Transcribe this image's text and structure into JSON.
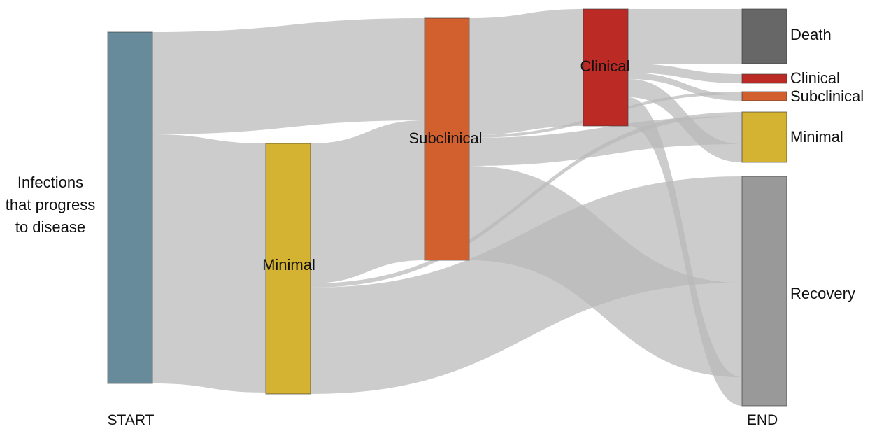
{
  "source_label_lines": [
    "Infections",
    "that progress",
    "to disease"
  ],
  "stages": {
    "start": "START",
    "end": "END"
  },
  "nodes": {
    "start": {
      "color": "#678b9b"
    },
    "minimal": {
      "label": "Minimal",
      "color": "#d4b232"
    },
    "subclinical": {
      "label": "Subclinical",
      "color": "#d25f2e"
    },
    "clinical": {
      "label": "Clinical",
      "color": "#bc2a25"
    },
    "end_death": {
      "label": "Death",
      "color": "#676767"
    },
    "end_clinical": {
      "label": "Clinical",
      "color": "#bc2a25"
    },
    "end_subclinical": {
      "label": "Subclinical",
      "color": "#d25f2e"
    },
    "end_minimal": {
      "label": "Minimal",
      "color": "#d4b232"
    },
    "end_recovery": {
      "label": "Recovery",
      "color": "#999999"
    }
  },
  "chart_data": {
    "type": "sankey",
    "flows": [
      {
        "from": "start",
        "to": "subclinical",
        "value": 146
      },
      {
        "from": "start",
        "to": "minimal",
        "value": 356
      },
      {
        "from": "minimal",
        "to": "subclinical",
        "value": 200
      },
      {
        "from": "minimal",
        "to": "end_minimal",
        "value": 6
      },
      {
        "from": "minimal",
        "to": "end_recovery",
        "value": 152
      },
      {
        "from": "subclinical",
        "to": "clinical",
        "value": 167
      },
      {
        "from": "subclinical",
        "to": "end_subclinical",
        "value": 4
      },
      {
        "from": "subclinical",
        "to": "end_minimal",
        "value": 40
      },
      {
        "from": "subclinical",
        "to": "end_recovery",
        "value": 135
      },
      {
        "from": "clinical",
        "to": "end_death",
        "value": 78
      },
      {
        "from": "clinical",
        "to": "end_clinical",
        "value": 13
      },
      {
        "from": "clinical",
        "to": "end_subclinical",
        "value": 9
      },
      {
        "from": "clinical",
        "to": "end_minimal",
        "value": 26
      },
      {
        "from": "clinical",
        "to": "end_recovery",
        "value": 41
      }
    ]
  }
}
